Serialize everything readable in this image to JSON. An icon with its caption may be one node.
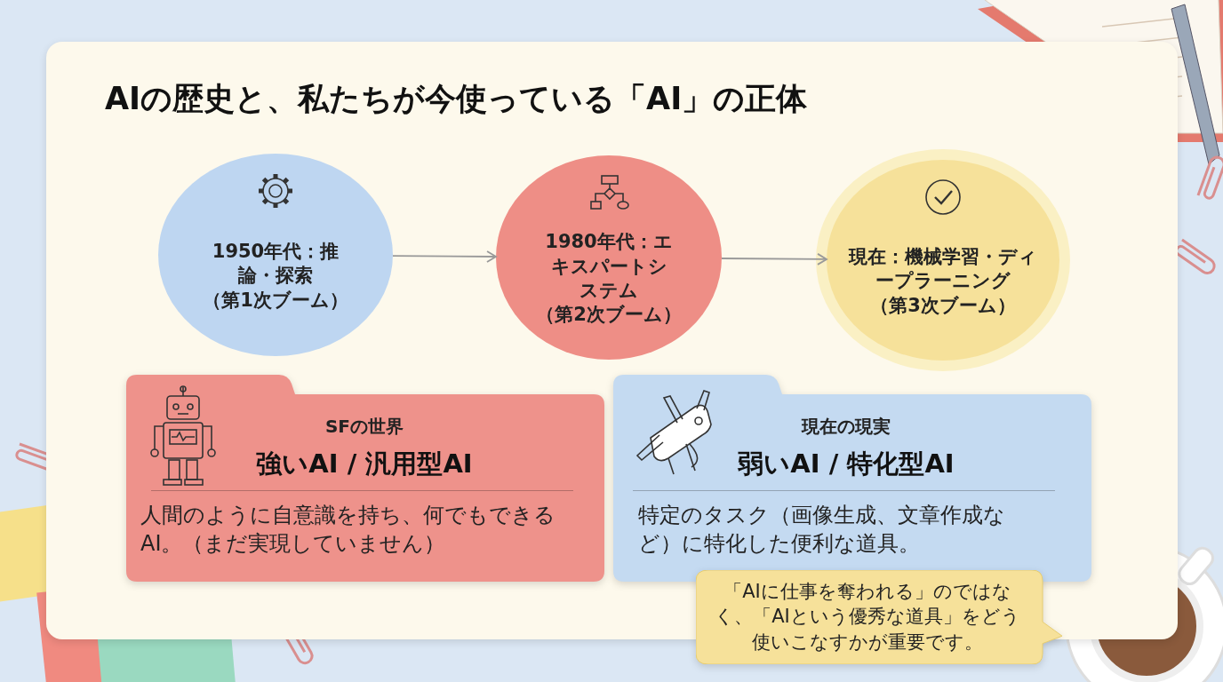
{
  "diagram": {
    "title": "AIの歴史と、私たちが今使っている「AI」の正体",
    "nodes": [
      {
        "text": [
          "1950年代：推論・探索",
          "（第1次ブーム）"
        ]
      },
      {
        "text": [
          "1980年代：エキスパートシステム",
          "（第2次ブーム）"
        ]
      },
      {
        "text": [
          "現在：機械学習・ディープラーニング",
          "（第3次ブーム）"
        ]
      },
      {
        "text": [
          "SFの世界",
          "強いAI / 汎用型AI",
          "人間のように自意識を持ち、何でもできるAI。（まだ実現していません）"
        ]
      },
      {
        "text": [
          "現在の現実",
          "弱いAI / 特化型AI",
          "特定のタスク（画像生成、文章作成など）に特化した便利な道具。"
        ]
      },
      {
        "text": [
          "「AIに仕事を奪われる」のではなく、「AIという優秀な道具」をどう使いこなすかが重要です。"
        ]
      }
    ],
    "edges": [
      {
        "from": 0,
        "to": 1,
        "arrow": "to"
      },
      {
        "from": 1,
        "to": 2,
        "arrow": "to"
      }
    ]
  }
}
